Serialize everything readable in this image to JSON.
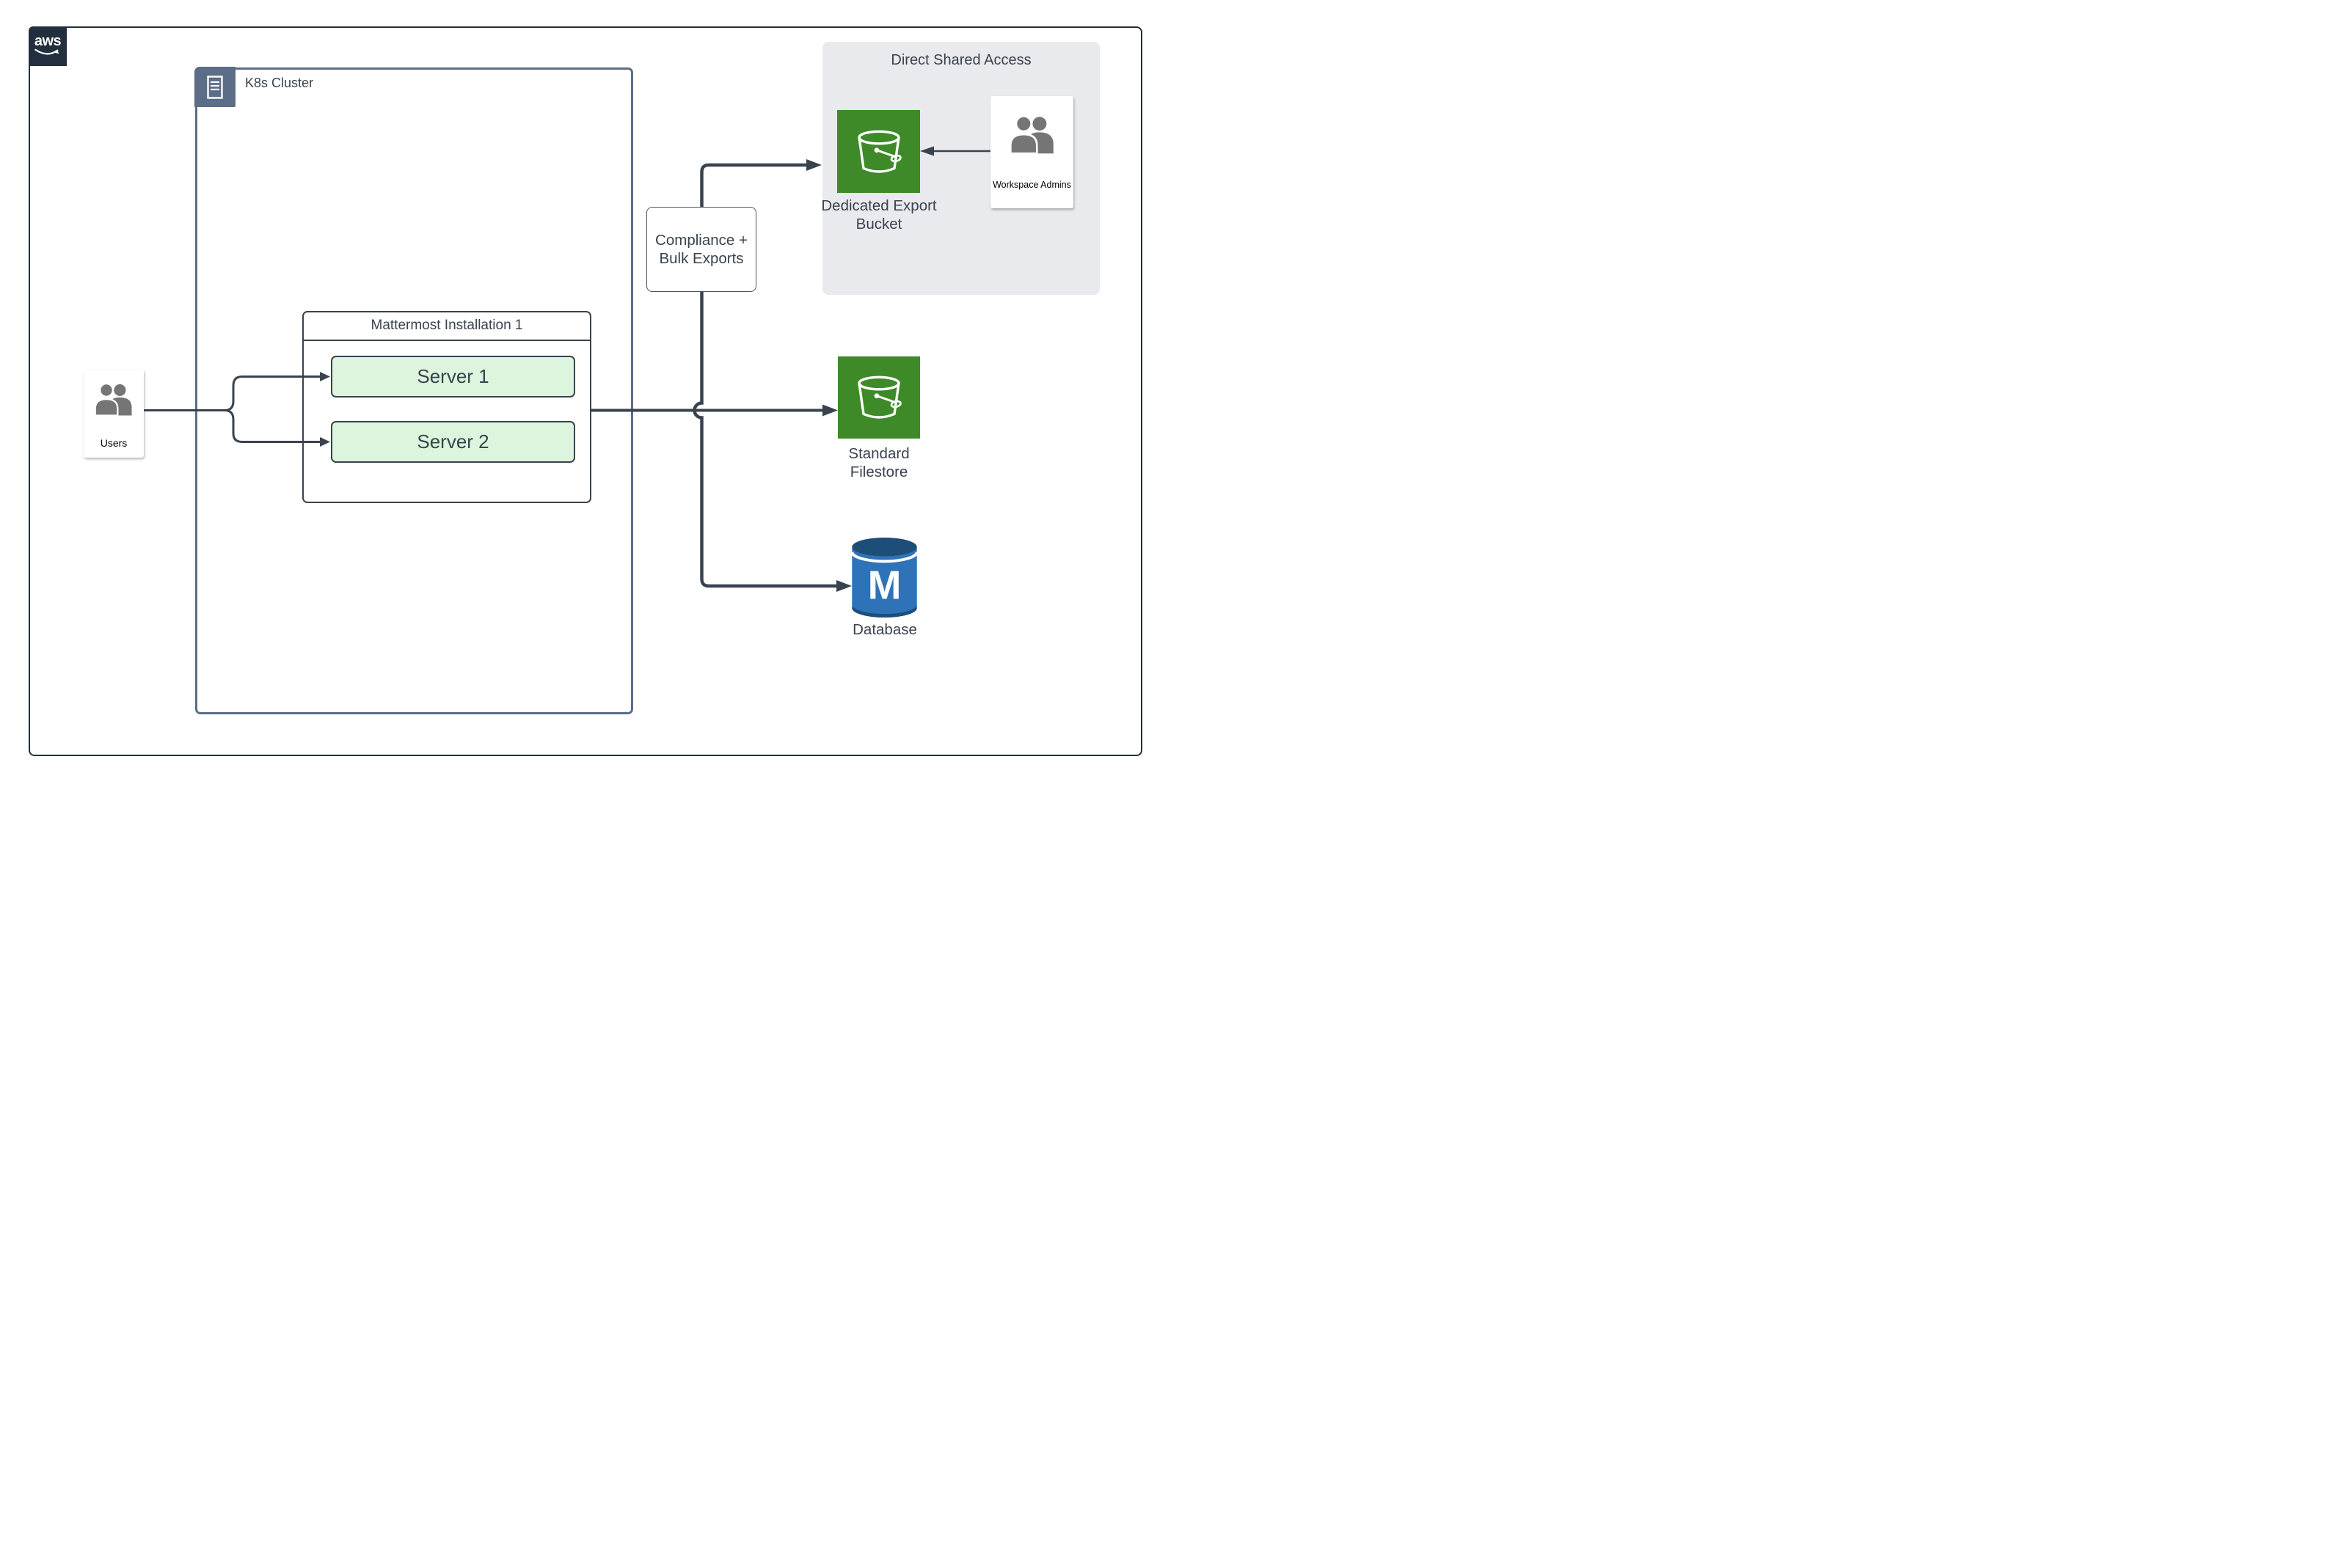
{
  "aws_logo": {
    "text": "aws"
  },
  "k8s_cluster": {
    "label": "K8s Cluster"
  },
  "mattermost": {
    "title": "Mattermost Installation 1",
    "servers": [
      {
        "label": "Server 1"
      },
      {
        "label": "Server 2"
      }
    ]
  },
  "users_card": {
    "label": "Users"
  },
  "compliance_node": {
    "line1": "Compliance +",
    "line2": "Bulk Exports"
  },
  "shared_access_panel": {
    "title": "Direct Shared Access"
  },
  "dedicated_export_bucket": {
    "label": "Dedicated Export Bucket"
  },
  "workspace_admins_card": {
    "label": "Workspace Admins"
  },
  "standard_filestore": {
    "label": "Standard Filestore"
  },
  "database_node": {
    "label": "Database",
    "monogram": "M"
  },
  "icons": {
    "aws_smile": "aws-smile-icon",
    "k8s_server": "server-rack-icon",
    "users": "users-icon",
    "workspace_admins": "users-icon",
    "s3_bucket": "s3-bucket-icon",
    "database": "database-cylinder-icon"
  },
  "colors": {
    "line_dark": "#39434E",
    "cluster_border": "#5C6E87",
    "aws_navy": "#232F3E",
    "s3_green": "#3E8A28",
    "server_fill": "#DCF5DC",
    "panel_gray": "#E9EAEE",
    "db_blue": "#2E73B8",
    "db_blue_dark": "#1D4E79",
    "icon_gray": "#757575"
  }
}
